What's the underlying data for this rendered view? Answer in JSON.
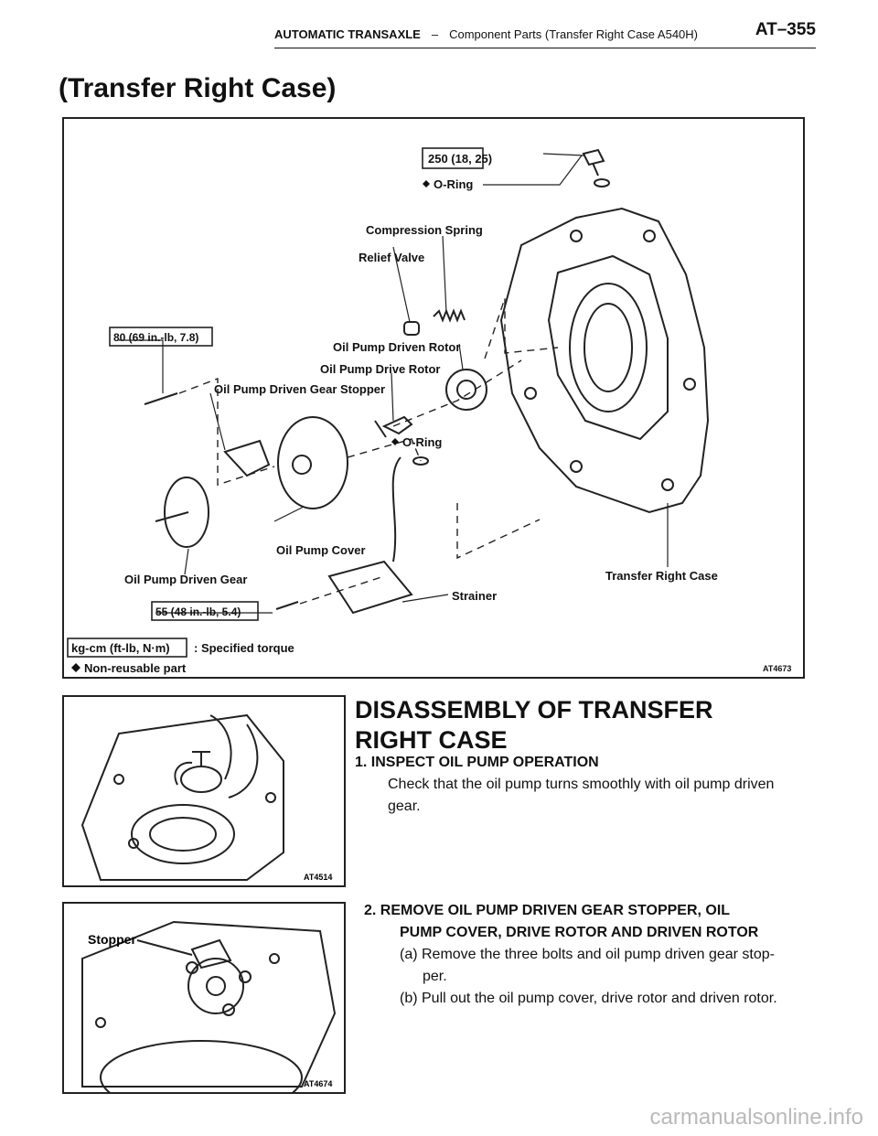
{
  "header": {
    "section": "AUTOMATIC TRANSAXLE",
    "separator": "–",
    "subsection": "Component Parts (Transfer Right Case A540H)",
    "page_number": "AT–355"
  },
  "page_title": "(Transfer Right Case)",
  "figure1": {
    "code": "AT4673",
    "torque_top": "250 (18, 25)",
    "torque_left": "80 (69 in.-lb, 7.8)",
    "torque_bottom": "55 (48 in.-lb, 5.4)",
    "labels": {
      "o_ring_top": "O-Ring",
      "compression_spring": "Compression Spring",
      "relief_valve": "Relief Valve",
      "driven_rotor": "Oil Pump Driven Rotor",
      "drive_rotor": "Oil Pump Drive Rotor",
      "gear_stopper": "Oil Pump Driven Gear Stopper",
      "o_ring_mid": "O-Ring",
      "pump_cover": "Oil Pump Cover",
      "driven_gear": "Oil Pump Driven Gear",
      "strainer": "Strainer",
      "right_case": "Transfer Right Case"
    },
    "legend": {
      "unit_box": "kg-cm (ft-lb, N·m)",
      "unit_text": ": Specified torque",
      "non_reusable": "Non-reusable part"
    }
  },
  "figure2": {
    "code": "AT4514"
  },
  "figure3": {
    "code": "AT4674",
    "label": "Stopper"
  },
  "section_title": "DISASSEMBLY OF TRANSFER RIGHT CASE",
  "step1": {
    "heading": "1. INSPECT OIL PUMP OPERATION",
    "body": "Check that the oil pump turns smoothly with oil pump driven gear."
  },
  "step2": {
    "heading": "2. REMOVE OIL PUMP DRIVEN GEAR STOPPER, OIL",
    "heading_cont": "PUMP COVER, DRIVE ROTOR AND DRIVEN ROTOR",
    "a_line1": "(a) Remove the three bolts and oil pump driven gear stop-",
    "a_line2": "per.",
    "b_line1": "(b) Pull out the oil pump cover, drive rotor and driven rotor."
  },
  "watermark": "carmanualsonline.info"
}
